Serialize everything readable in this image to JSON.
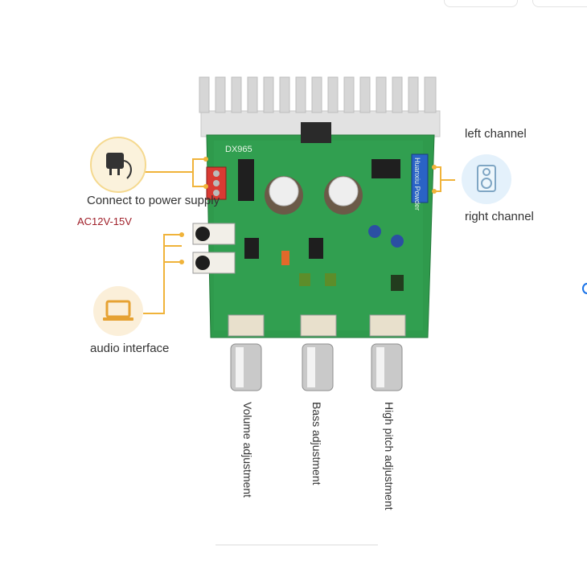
{
  "labels": {
    "power_supply": "Connect to power supply",
    "voltage": "AC12V-15V",
    "left_channel": "left channel",
    "right_channel": "right channel",
    "audio_interface": "audio interface",
    "volume": "Volume adjustment",
    "bass": "Bass adjustment",
    "high_pitch": "High pitch adjustment"
  },
  "board": {
    "model": "DX965",
    "brand": "Huanxiu Powder"
  },
  "icons": [
    "power-adapter-icon",
    "speaker-icon",
    "laptop-icon"
  ],
  "colors": {
    "connector_line": "#f0b33a",
    "pcb_green": "#2e9a4a",
    "heatsink": "#d9d9d9",
    "accent_blue": "#1a73e8"
  }
}
